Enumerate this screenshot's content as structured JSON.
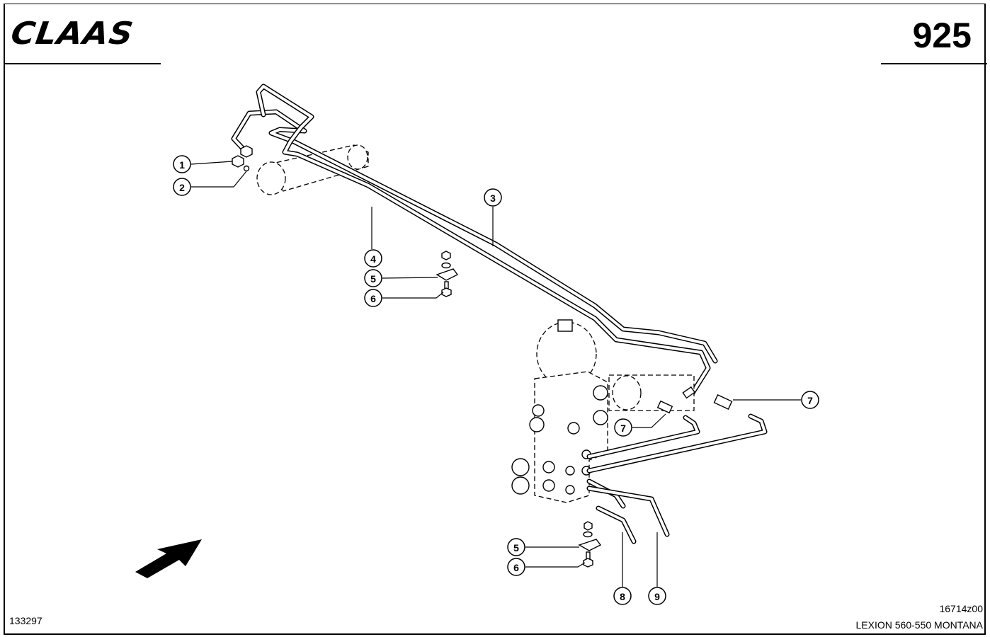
{
  "header": {
    "brand_logo": "CLAAS",
    "page_number": "925"
  },
  "footer": {
    "catalog_number": "133297",
    "drawing_number": "16714z00",
    "model": "LEXION 560-550 MONTANA"
  },
  "diagram": {
    "direction_arrow": "arrow-up-right-icon",
    "callouts": [
      {
        "label": "1"
      },
      {
        "label": "2"
      },
      {
        "label": "3"
      },
      {
        "label": "4"
      },
      {
        "label": "5"
      },
      {
        "label": "6"
      },
      {
        "label": "7"
      },
      {
        "label": "7"
      },
      {
        "label": "5"
      },
      {
        "label": "6"
      },
      {
        "label": "8"
      },
      {
        "label": "9"
      }
    ]
  }
}
